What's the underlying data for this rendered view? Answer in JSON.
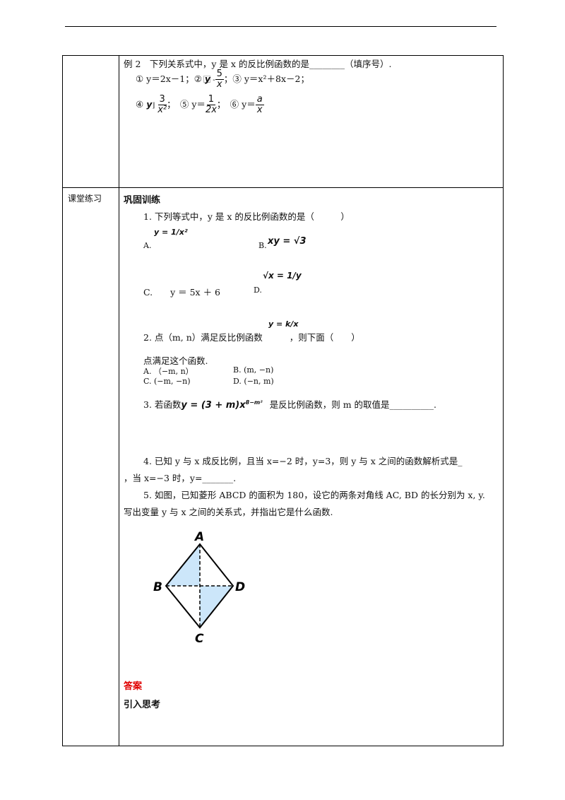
{
  "table": {
    "left_label": "课堂练习"
  },
  "example2": {
    "title": "例 2　下列关系式中，y 是 x 的反比例函数的是________（填序号）.",
    "opt1": "① y＝2x－1；② ",
    "opt2_y": "y",
    "opt2_mid": "⃞ -",
    "opt2_num": "5",
    "opt2_den": "x",
    "opt3": "；③ y＝x²＋8x－2；",
    "opt4_pre": "④ ",
    "opt4_y": "y",
    "opt4_mid": "⌋",
    "opt4_num": "3",
    "opt4_den": "x²",
    "opt5_pre": "；　⑤ y＝",
    "opt5_num": "1",
    "opt5_den": "2x",
    "opt6_pre": "；　⑥ y＝",
    "opt6_num": "a",
    "opt6_den": "x"
  },
  "practice": {
    "heading": "巩固训练",
    "q1": "1.  下列等式中，y 是  x  的反比例函数的是（　　　）",
    "q1_a_label": "A.",
    "q1_a_math": "y = 1/x²",
    "q1_b_label": "B.",
    "q1_b_math": "xy = √3",
    "q1_c": "C.　　y ＝ 5x ＋ 6",
    "q1_d_label": "D.",
    "q1_d_math": "√x = 1/y",
    "q2_math": "y = k/x",
    "q2": "2. 点（m, n）满足反比例函数",
    "q2_tail": "，则下面（　　）",
    "q2_line2": "点满足这个函数.",
    "q2_a": "A. （−m, n）",
    "q2_b": "B. (m, −n)",
    "q2_c": "C. (−m, −n)",
    "q2_d": "D. (−n, m)",
    "q3_pre": "3.  若函数",
    "q3_math": "y = (3 + m)x",
    "q3_exp": "8−m²",
    "q3_post": "是反比例函数，则 m 的取值是__________.",
    "q4_l1": "4.  已知 y 与 x 成反比例，且当 x=−2 时，y=3，则  y 与 x 之间的函数解析式是_",
    "q4_l2": "，当 x=−3 时，y=_______.",
    "q5_l1": "5. 如图，已知菱形  ABCD  的面积为 180，设它的两条对角线  AC, BD 的长分别为 x, y.",
    "q5_l2": "写出变量  y 与  x  之间的关系式，并指出它是什么函数.",
    "figure": {
      "A": "A",
      "B": "B",
      "C": "C",
      "D": "D",
      "fill": "#cce6fa"
    },
    "answer_label": "答案",
    "intro_label": "引入思考"
  }
}
